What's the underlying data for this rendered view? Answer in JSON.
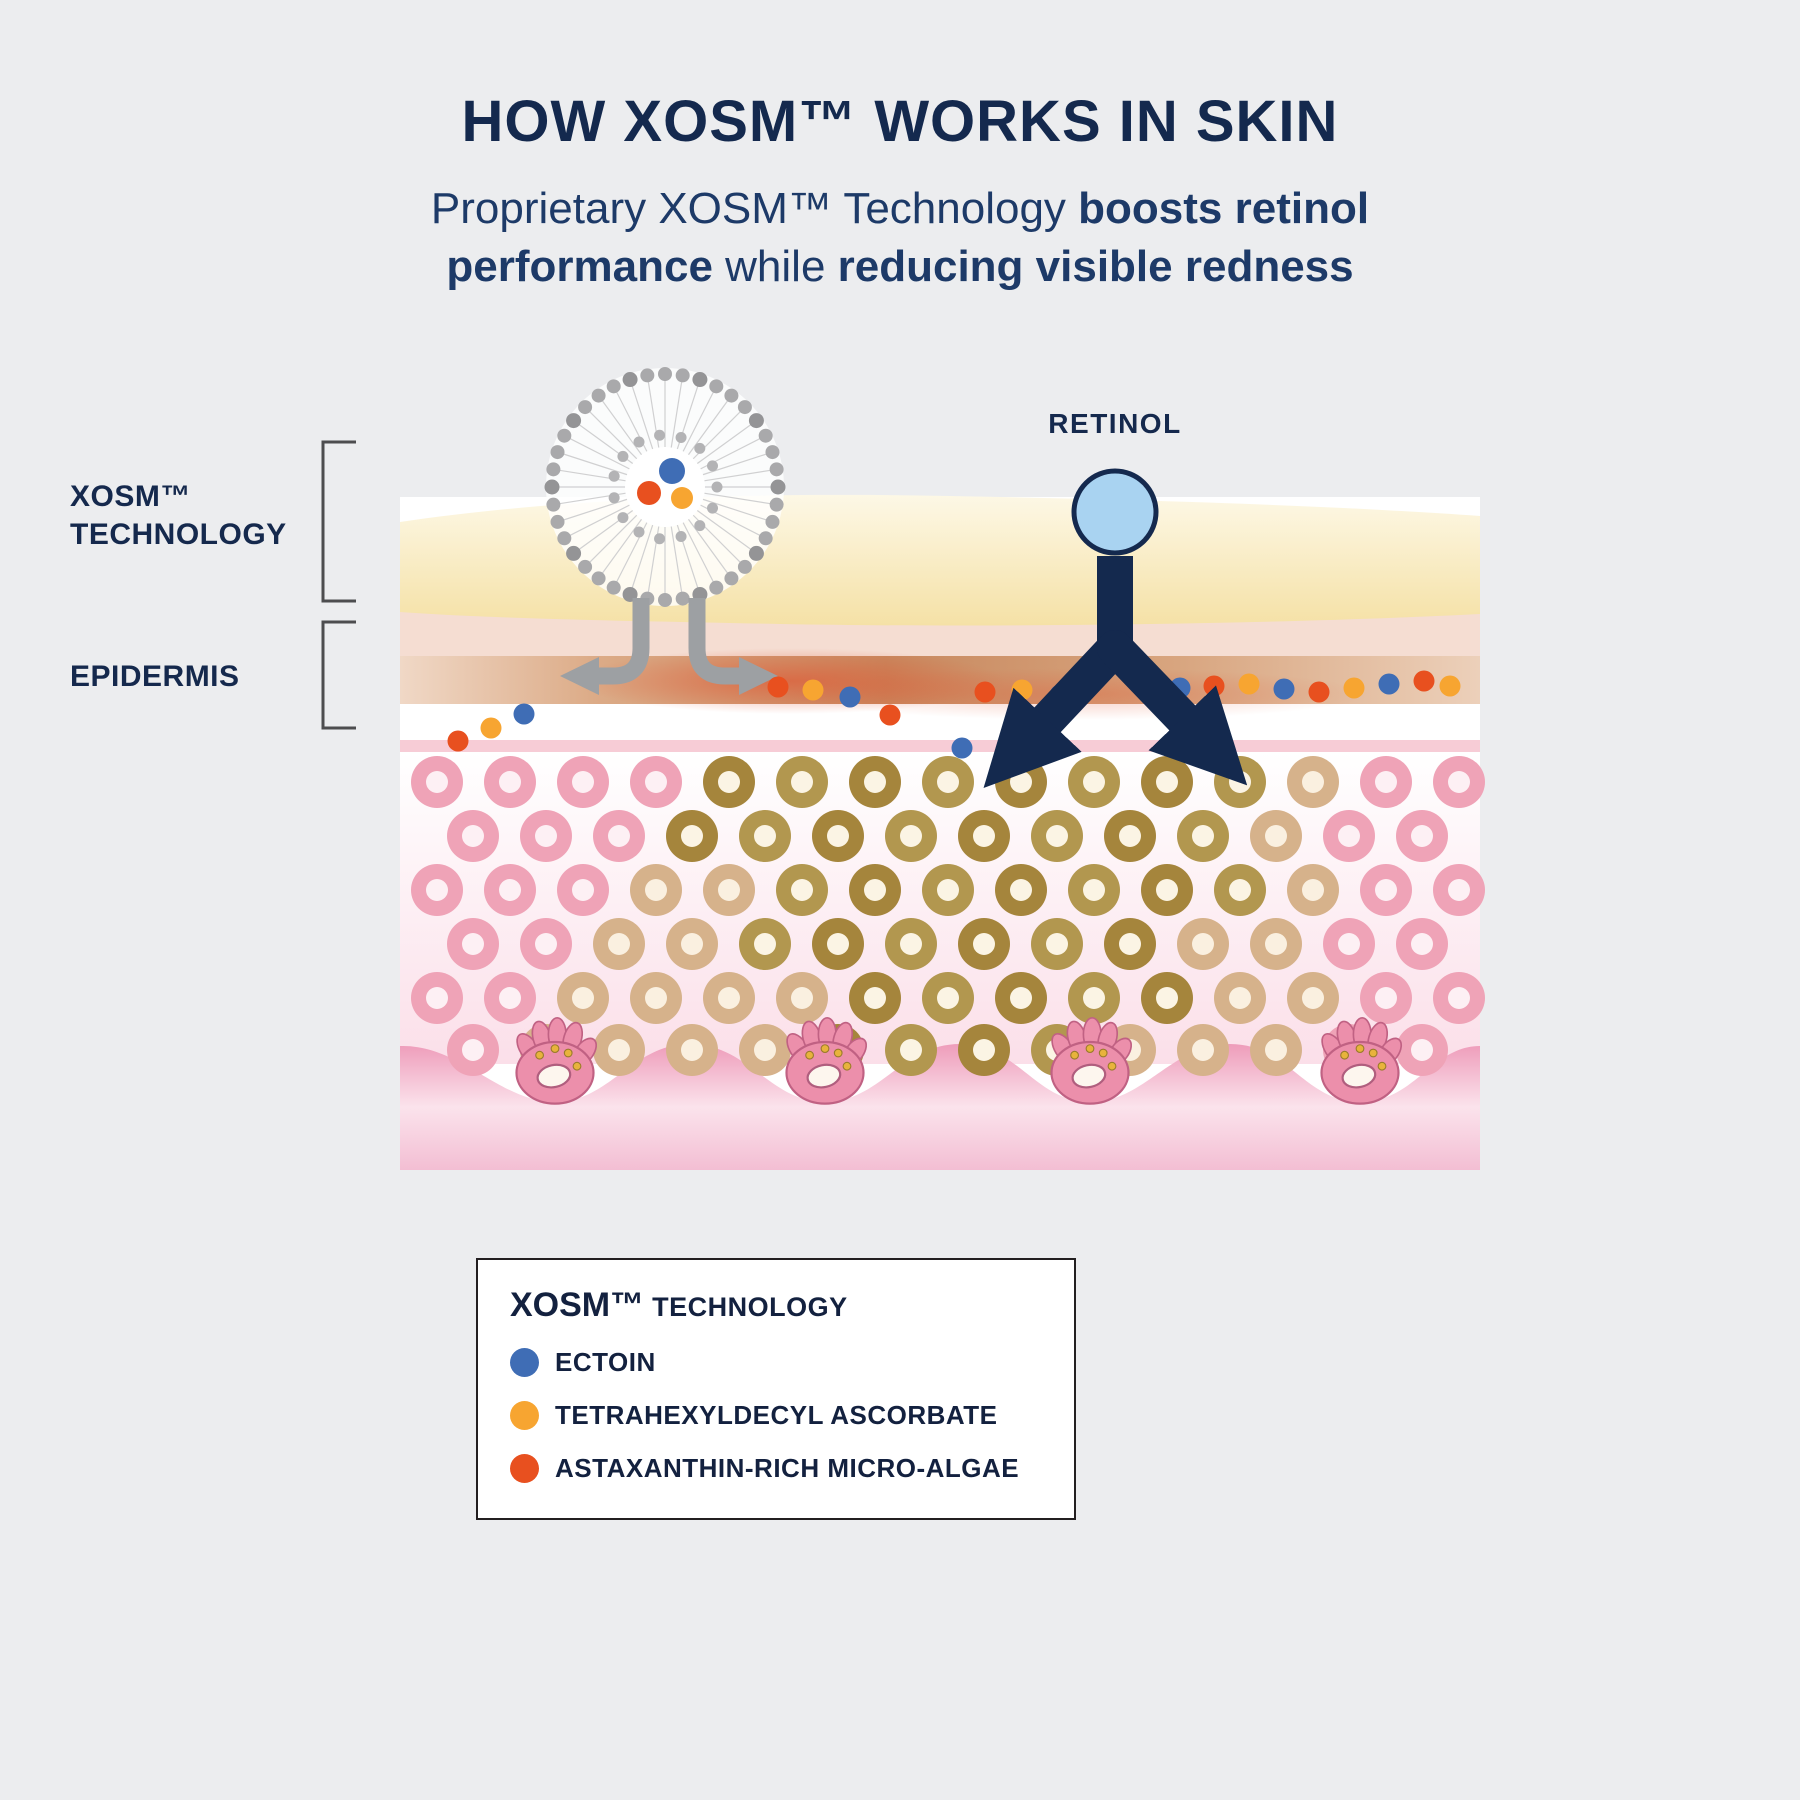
{
  "title": "HOW XOSM™ WORKS IN SKIN",
  "subtitle": {
    "l1_plain": "Proprietary XOSM™ Technology ",
    "l1_bold": "boosts retinol",
    "l2_bold1": "performance",
    "l2_plain": " while ",
    "l2_bold2": "reducing visible redness"
  },
  "diagram_labels": {
    "xosm_line1": "XOSM™",
    "xosm_line2": "TECHNOLOGY",
    "epidermis": "EPIDERMIS",
    "retinol": "RETINOL"
  },
  "legend": {
    "title_main": "XOSM™",
    "title_rest": " TECHNOLOGY",
    "items": [
      {
        "label": "ECTOIN",
        "color": "#3f6db5"
      },
      {
        "label": "TETRAHEXYLDECYL ASCORBATE",
        "color": "#f7a531"
      },
      {
        "label": "ASTAXANTHIN-RICH MICRO-ALGAE",
        "color": "#e8501f"
      }
    ]
  },
  "colors": {
    "navy": "#14294e",
    "background": "#ecedef",
    "retinol_blue": "#a9d3f1",
    "gray_arrow": "#9da0a3",
    "dot_blue": "#3f6db5",
    "dot_yellow": "#f7a531",
    "dot_red": "#e8501f"
  }
}
